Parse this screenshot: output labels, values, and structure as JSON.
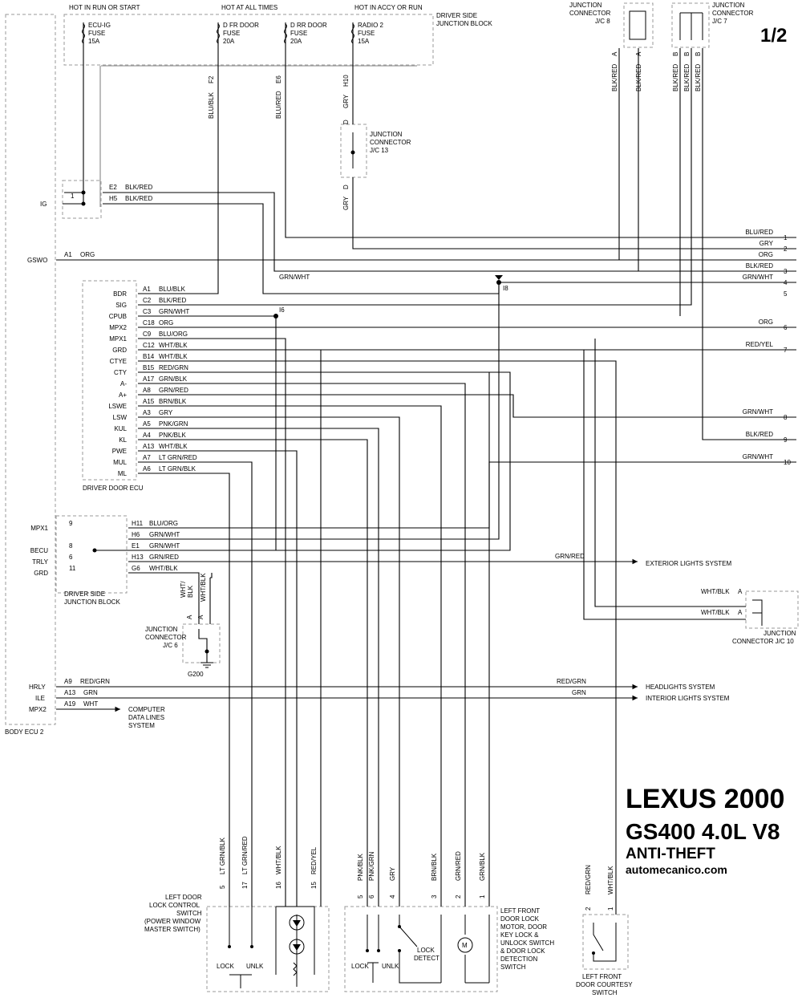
{
  "page_number": "1/2",
  "title": {
    "line1": "LEXUS 2000",
    "line2": "GS400 4.0L V8",
    "line3": "ANTI-THEFT",
    "site": "automecanico.com"
  },
  "fuse_headers": [
    "HOT IN RUN OR START",
    "HOT AT ALL TIMES",
    "HOT IN ACCY OR RUN"
  ],
  "fuses": [
    {
      "l1": "ECU-IG",
      "l2": "FUSE",
      "l3": "15A",
      "pin": "",
      "wire": ""
    },
    {
      "l1": "D FR DOOR",
      "l2": "FUSE",
      "l3": "20A",
      "pin": "F2",
      "wire": "BLU/BLK"
    },
    {
      "l1": "D RR DOOR",
      "l2": "FUSE",
      "l3": "20A",
      "pin": "E6",
      "wire": "BLU/RED"
    },
    {
      "l1": "RADIO 2",
      "l2": "FUSE",
      "l3": "15A",
      "pin": "H10",
      "wire": "GRY"
    }
  ],
  "junction_block_top": {
    "l1": "DRIVER SIDE",
    "l2": "JUNCTION BLOCK"
  },
  "jc13": {
    "l1": "JUNCTION",
    "l2": "CONNECTOR",
    "l3": "J/C 13",
    "pin_top": "D",
    "pin_bottom": "D",
    "wire": "GRY"
  },
  "jc8": {
    "l1": "JUNCTION",
    "l2": "CONNECTOR",
    "l3": "J/C 8",
    "pins": [
      "A",
      "A"
    ],
    "wires": [
      "BLK/RED",
      "BLK/RED"
    ]
  },
  "jc7": {
    "l1": "JUNCTION",
    "l2": "CONNECTOR",
    "l3": "J/C 7",
    "pins": [
      "B",
      "B",
      "B"
    ],
    "wires": [
      "BLK/RED",
      "BLK/RED",
      "BLK/RED"
    ]
  },
  "body_ecu": {
    "name": "BODY ECU 2",
    "ig": {
      "label": "IG",
      "num": "1",
      "pins": [
        "E2",
        "H5"
      ],
      "wires": [
        "BLK/RED",
        "BLK/RED"
      ]
    },
    "gswo": {
      "label": "GSWO",
      "pin": "A1",
      "wire": "ORG"
    },
    "bottom": [
      {
        "label": "HRLY",
        "pin": "A9",
        "wire": "RED/GRN",
        "wire_r": "RED/GRN",
        "dest": "HEADLIGHTS SYSTEM"
      },
      {
        "label": "ILE",
        "pin": "A13",
        "wire": "GRN",
        "wire_r": "GRN",
        "dest": "INTERIOR LIGHTS SYSTEM"
      },
      {
        "label": "MPX2",
        "pin": "A19",
        "wire": "WHT",
        "wire_r": "",
        "dest": "COMPUTER DATA LINES SYSTEM"
      }
    ]
  },
  "right_wires": [
    {
      "n": "1",
      "wire": "BLU/RED"
    },
    {
      "n": "2",
      "wire": "GRY"
    },
    {
      "n": "",
      "wire": "ORG"
    },
    {
      "n": "3",
      "wire": "BLK/RED"
    },
    {
      "n": "4",
      "wire": "GRN/WHT"
    },
    {
      "n": "5",
      "wire": ""
    },
    {
      "n": "6",
      "wire": "ORG"
    },
    {
      "n": "7",
      "wire": "RED/YEL"
    },
    {
      "n": "8",
      "wire": "GRN/WHT"
    },
    {
      "n": "9",
      "wire": "BLK/RED"
    },
    {
      "n": "10",
      "wire": "GRN/WHT"
    }
  ],
  "splices": {
    "i6": "I6",
    "i8": "I8",
    "grn_wht": "GRN/WHT"
  },
  "door_ecu": {
    "name": "DRIVER DOOR ECU",
    "rows": [
      {
        "label": "BDR",
        "pin": "A1",
        "wire": "BLU/BLK"
      },
      {
        "label": "SIG",
        "pin": "C2",
        "wire": "BLK/RED"
      },
      {
        "label": "CPUB",
        "pin": "C3",
        "wire": "GRN/WHT"
      },
      {
        "label": "MPX2",
        "pin": "C18",
        "wire": "ORG"
      },
      {
        "label": "MPX1",
        "pin": "C9",
        "wire": "BLU/ORG"
      },
      {
        "label": "GRD",
        "pin": "C12",
        "wire": "WHT/BLK"
      },
      {
        "label": "CTYE",
        "pin": "B14",
        "wire": "WHT/BLK"
      },
      {
        "label": "CTY",
        "pin": "B15",
        "wire": "RED/GRN"
      },
      {
        "label": "A-",
        "pin": "A17",
        "wire": "GRN/BLK"
      },
      {
        "label": "A+",
        "pin": "A8",
        "wire": "GRN/RED"
      },
      {
        "label": "LSWE",
        "pin": "A15",
        "wire": "BRN/BLK"
      },
      {
        "label": "LSW",
        "pin": "A3",
        "wire": "GRY"
      },
      {
        "label": "KUL",
        "pin": "A5",
        "wire": "PNK/GRN"
      },
      {
        "label": "KL",
        "pin": "A4",
        "wire": "PNK/BLK"
      },
      {
        "label": "PWE",
        "pin": "A13",
        "wire": "WHT/BLK"
      },
      {
        "label": "MUL",
        "pin": "A7",
        "wire": "LT GRN/RED"
      },
      {
        "label": "ML",
        "pin": "A6",
        "wire": "LT GRN/BLK"
      }
    ]
  },
  "jb_bottom": {
    "name1": "DRIVER SIDE",
    "name2": "JUNCTION BLOCK",
    "rows": [
      {
        "label": "MPX1",
        "num": "9",
        "pin": "H11",
        "wire": "BLU/ORG"
      },
      {
        "label": "",
        "num": "",
        "pin": "H6",
        "wire": "GRN/WHT"
      },
      {
        "label": "BECU",
        "num": "8",
        "pin": "E1",
        "wire": "GRN/WHT"
      },
      {
        "label": "TRLY",
        "num": "6",
        "pin": "H13",
        "wire": "GRN/RED"
      },
      {
        "label": "GRD",
        "num": "11",
        "pin": "G6",
        "wire": "WHT/BLK"
      }
    ],
    "ext_wire": "GRN/RED",
    "ext_dest": "EXTERIOR LIGHTS SYSTEM"
  },
  "jc6": {
    "l1": "JUNCTION",
    "l2": "CONNECTOR",
    "l3": "J/C 6",
    "pins": [
      "A",
      "A"
    ],
    "wire1a": "WHT/",
    "wire1b": "BLK",
    "wire2": "WHT/BLK",
    "ground": "G200"
  },
  "jc10": {
    "l1": "JUNCTION",
    "l2": "CONNECTOR J/C 10",
    "wires": [
      "WHT/BLK",
      "WHT/BLK"
    ],
    "pins": [
      "A",
      "A"
    ]
  },
  "lock_switch": {
    "l1": "LEFT DOOR",
    "l2": "LOCK CONTROL",
    "l3": "SWITCH",
    "l4": "(POWER WINDOW",
    "l5": "MASTER SWITCH)",
    "pins": [
      {
        "n": "5",
        "w": "LT GRN/BLK"
      },
      {
        "n": "17",
        "w": "LT GRN/RED"
      },
      {
        "n": "16",
        "w": "WHT/BLK"
      },
      {
        "n": "15",
        "w": "RED/YEL"
      }
    ],
    "lock": "LOCK",
    "unlk": "UNLK"
  },
  "door_lock_motor": {
    "l1": "LEFT FRONT",
    "l2": "DOOR LOCK",
    "l3": "MOTOR, DOOR",
    "l4": "KEY LOCK &",
    "l5": "UNLOCK SWITCH",
    "l6": "& DOOR LOCK",
    "l7": "DETECTION",
    "l8": "SWITCH",
    "pins": [
      {
        "n": "5",
        "w": "PNK/BLK"
      },
      {
        "n": "6",
        "w": "PNK/GRN"
      },
      {
        "n": "4",
        "w": "GRY"
      },
      {
        "n": "3",
        "w": "BRN/BLK"
      },
      {
        "n": "2",
        "w": "GRN/RED"
      },
      {
        "n": "1",
        "w": "GRN/BLK"
      }
    ],
    "lock": "LOCK",
    "unlk": "UNLK",
    "detect1": "LOCK",
    "detect2": "DETECT",
    "motor": "M"
  },
  "courtesy_switch": {
    "l1": "LEFT FRONT",
    "l2": "DOOR COURTESY",
    "l3": "SWITCH",
    "pins": [
      {
        "n": "2",
        "w": "RED/GRN"
      },
      {
        "n": "1",
        "w": "WHT/BLK"
      }
    ]
  }
}
